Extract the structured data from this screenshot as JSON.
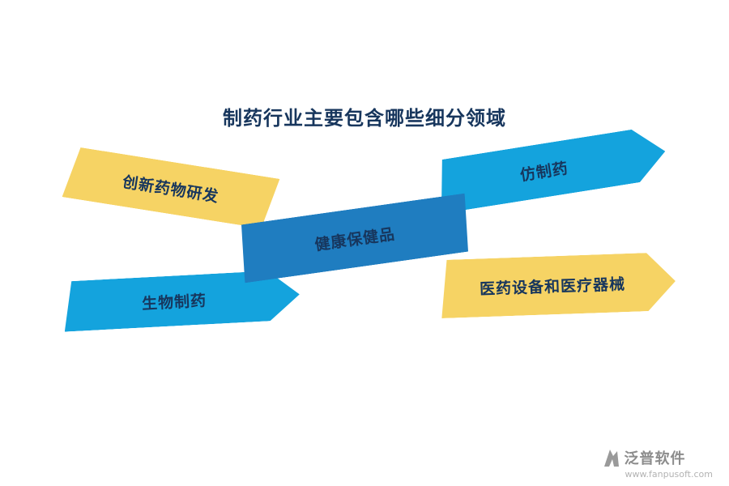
{
  "title": "制药行业主要包含哪些细分领域",
  "banners": [
    {
      "label": "创新药物研发",
      "shape": "parallelogram",
      "color": "#F6D364"
    },
    {
      "label": "仿制药",
      "shape": "arrow-right",
      "color": "#14A3DD"
    },
    {
      "label": "健康保健品",
      "shape": "parallelogram",
      "color": "#1F7DC0"
    },
    {
      "label": "生物制药",
      "shape": "arrow-right",
      "color": "#14A3DD"
    },
    {
      "label": "医药设备和医疗器械",
      "shape": "arrow-right",
      "color": "#F6D364"
    }
  ],
  "footer": {
    "brand": "泛普软件",
    "url": "www.fanpusoft.com",
    "logo_icon": "fanpu-logo-icon"
  },
  "colors": {
    "yellow": "#F6D364",
    "cyan": "#14A3DD",
    "blue": "#1F7DC0",
    "navy": "#17365D",
    "gray": "#8C8C8C",
    "lightgray": "#B3B3B3"
  }
}
